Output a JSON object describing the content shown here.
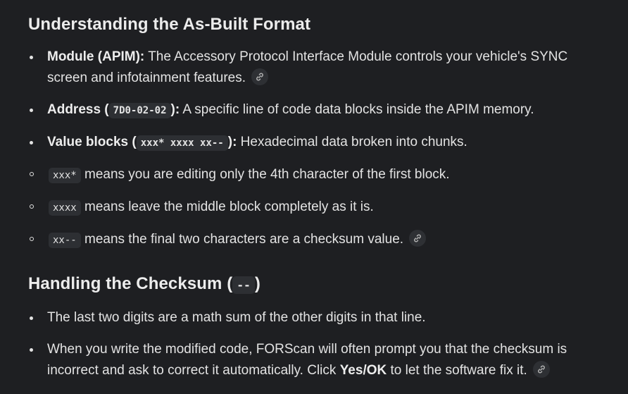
{
  "section1": {
    "heading": "Understanding the As-Built Format",
    "module": {
      "label": "Module (APIM):",
      "text": " The Accessory Protocol Interface Module controls your vehicle's SYNC screen and infotainment features."
    },
    "address": {
      "label_before": "Address (",
      "code": "7D0-02-02",
      "label_after": "):",
      "text": " A specific line of code data blocks inside the APIM memory."
    },
    "value_blocks": {
      "label_before": "Value blocks (",
      "code": "xxx* xxxx xx--",
      "label_after": "):",
      "text": " Hexadecimal data broken into chunks.",
      "sub_items": [
        {
          "code": "xxx*",
          "text": " means you are editing only the 4th character of the first block."
        },
        {
          "code": "xxxx",
          "text": " means leave the middle block completely as it is."
        },
        {
          "code": "xx--",
          "text": " means the final two characters are a checksum value."
        }
      ]
    }
  },
  "section2": {
    "heading_before": "Handling the Checksum (",
    "heading_code": "--",
    "heading_after": ")",
    "item1": "The last two digits are a math sum of the other digits in that line.",
    "item2_before": "When you write the modified code, FORScan will often prompt you that the checksum is incorrect and ask to correct it automatically. Click ",
    "item2_bold": "Yes/OK",
    "item2_after": " to let the software fix it."
  },
  "icons": {
    "source_link": "link-icon"
  }
}
